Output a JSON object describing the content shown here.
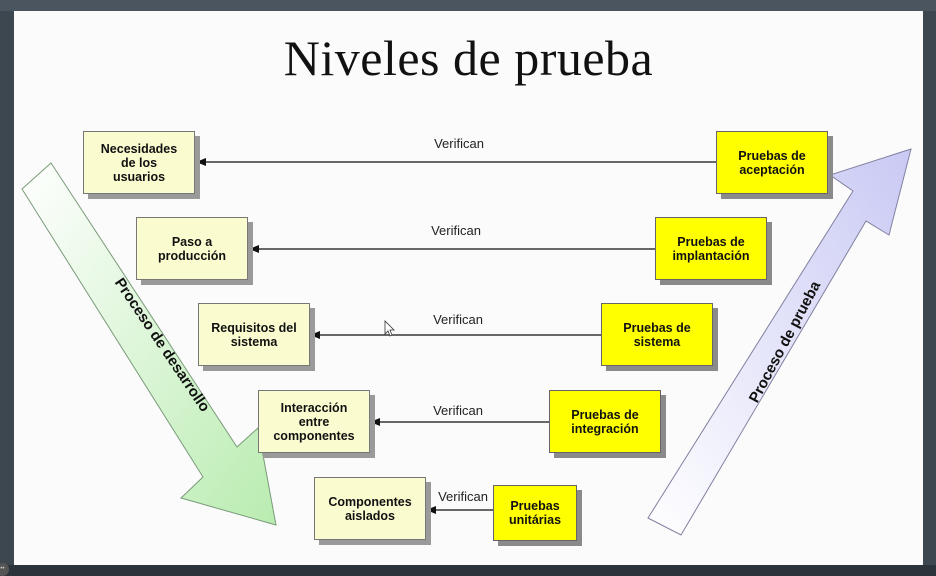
{
  "slide": {
    "title": "Niveles de prueba",
    "arrow_label": "Verifican",
    "left_process": "Proceso de desarrollo",
    "right_process": "Proceso de prueba",
    "levels": [
      {
        "requirement": "Necesidades\nde los\nusuarios",
        "test": "Pruebas de\naceptación"
      },
      {
        "requirement": "Paso a\nproducción",
        "test": "Pruebas de\nimplantación"
      },
      {
        "requirement": "Requisitos del\nsistema",
        "test": "Pruebas de\nsistema"
      },
      {
        "requirement": "Interacción\nentre\ncomponentes",
        "test": "Pruebas de\nintegración"
      },
      {
        "requirement": "Componentes\naislados",
        "test": "Pruebas\nunitárias"
      }
    ]
  },
  "colors": {
    "requirement_fill": "#fbfbd0",
    "test_fill": "#ffff00",
    "dev_arrow_start": "#e0f5d8",
    "test_arrow_end": "#d8d8f8"
  }
}
